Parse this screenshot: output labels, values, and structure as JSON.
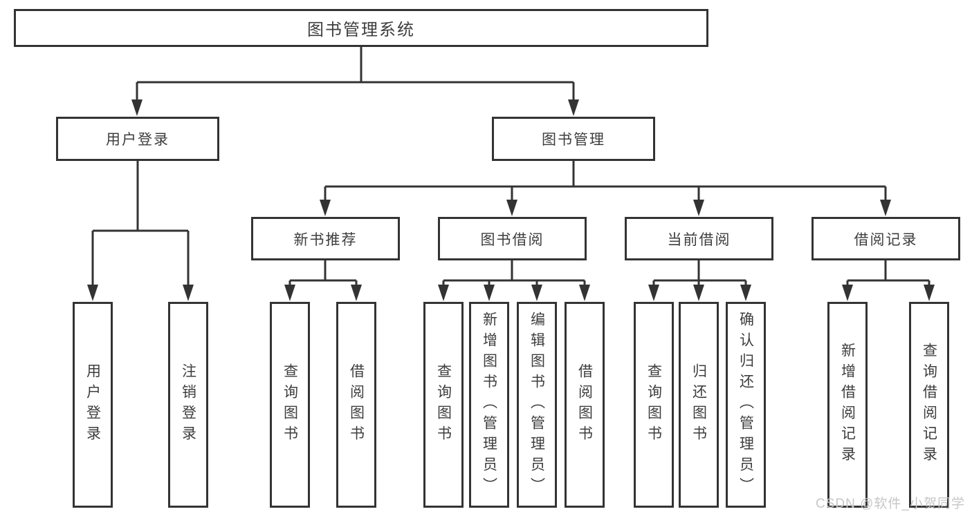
{
  "nodes": {
    "root": "图书管理系统",
    "level2": [
      "用户登录",
      "图书管理"
    ],
    "level3": [
      "新书推荐",
      "图书借阅",
      "当前借阅",
      "借阅记录"
    ],
    "leaves": [
      "用户登录",
      "注销登录",
      "查询图书",
      "借阅图书",
      "查询图书",
      "新增图书（管理员）",
      "编辑图书（管理员）",
      "借阅图书",
      "查询图书",
      "归还图书",
      "确认归还（管理员）",
      "新增借阅记录",
      "查询借阅记录"
    ]
  },
  "watermark": "CSDN @软件_小贺同学",
  "colors": {
    "line": "#333333",
    "border": "#333333",
    "text": "#3d3d3d",
    "watermark": "#c6c6c6",
    "background": "#ffffff"
  }
}
